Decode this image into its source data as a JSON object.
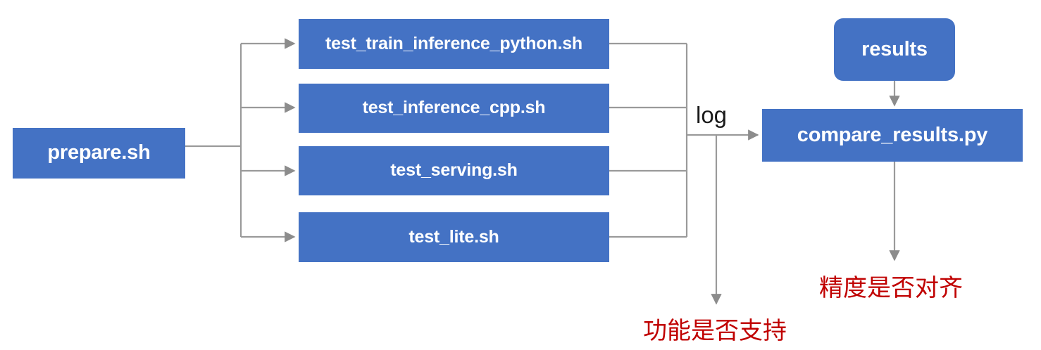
{
  "diagram": {
    "type": "flowchart",
    "title": "",
    "background_color": "#FFFFFF",
    "node_fill_color": "#4472C4",
    "node_text_color": "#FFFFFF",
    "connector_color": "#9A9A9A",
    "annotation_color": "#C00000",
    "nodes": [
      {
        "id": "prepare",
        "label": "prepare.sh",
        "shape": "rect"
      },
      {
        "id": "train_python",
        "label": "test_train_inference_python.sh",
        "shape": "rect"
      },
      {
        "id": "inference_cpp",
        "label": "test_inference_cpp.sh",
        "shape": "rect"
      },
      {
        "id": "serving",
        "label": "test_serving.sh",
        "shape": "rect"
      },
      {
        "id": "lite",
        "label": "test_lite.sh",
        "shape": "rect"
      },
      {
        "id": "results",
        "label": "results",
        "shape": "rounded-rect"
      },
      {
        "id": "compare",
        "label": "compare_results.py",
        "shape": "rect"
      }
    ],
    "edge_labels": [
      {
        "id": "log",
        "label": "log"
      }
    ],
    "annotations": [
      {
        "id": "function_support",
        "label": "功能是否支持"
      },
      {
        "id": "precision_aligned",
        "label": "精度是否对齐"
      }
    ],
    "edges": [
      {
        "from": "prepare",
        "to": "train_python"
      },
      {
        "from": "prepare",
        "to": "inference_cpp"
      },
      {
        "from": "prepare",
        "to": "serving"
      },
      {
        "from": "prepare",
        "to": "lite"
      },
      {
        "from": "train_python",
        "to": "compare",
        "label": "log"
      },
      {
        "from": "inference_cpp",
        "to": "compare",
        "label": "log"
      },
      {
        "from": "serving",
        "to": "compare",
        "label": "log"
      },
      {
        "from": "lite",
        "to": "compare",
        "label": "log"
      },
      {
        "from": "results",
        "to": "compare"
      },
      {
        "from": "log_bus",
        "to": "function_support"
      },
      {
        "from": "compare",
        "to": "precision_aligned"
      }
    ]
  }
}
